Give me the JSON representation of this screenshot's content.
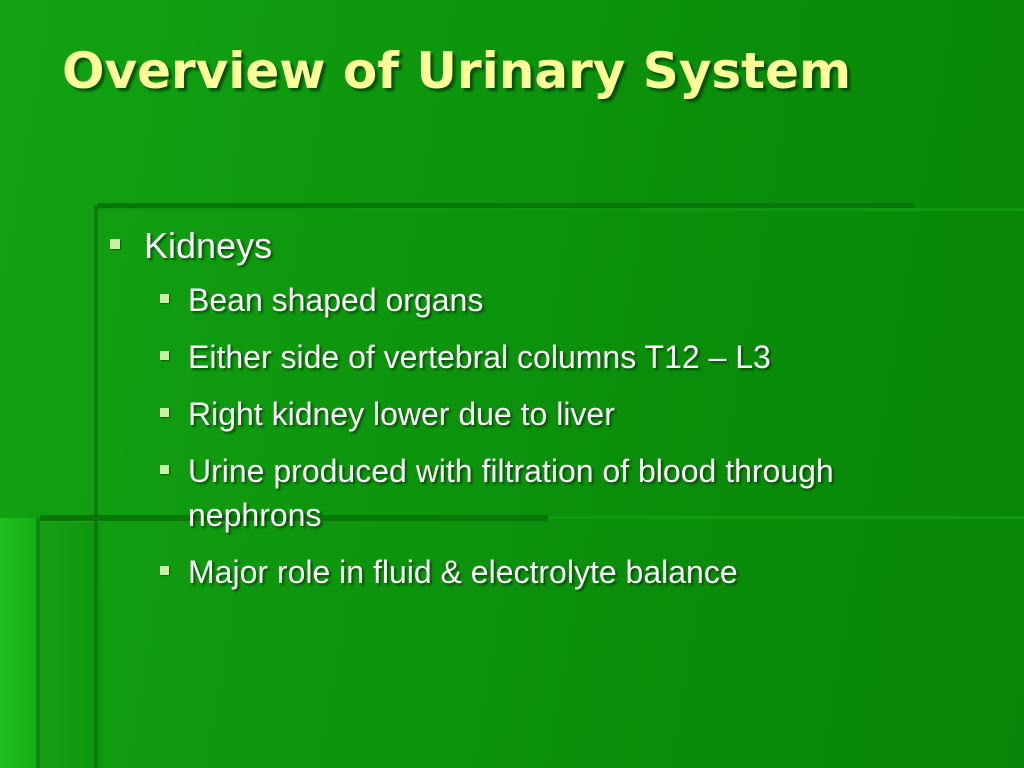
{
  "slide": {
    "title": "Overview of Urinary System",
    "bullets": [
      {
        "text": "Kidneys",
        "children": [
          "Bean shaped organs",
          "Either side of vertebral columns T12 – L3",
          "Right kidney lower due to liver",
          "Urine produced with filtration of blood through nephrons",
          "Major role in fluid & electrolyte balance"
        ]
      }
    ]
  },
  "colors": {
    "background": "#0b8f0b",
    "title_text": "#ffff99",
    "body_text": "#ffffff",
    "bullet": "#c8f0a8"
  }
}
